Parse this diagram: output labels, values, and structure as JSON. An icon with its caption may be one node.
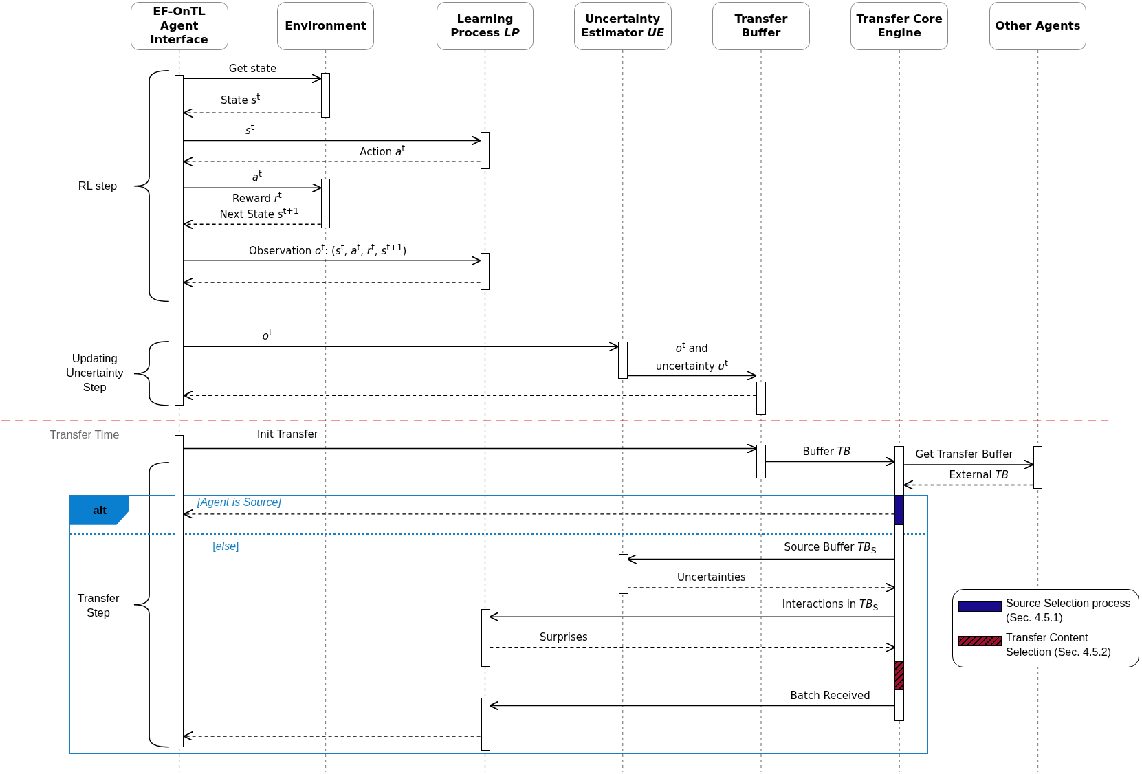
{
  "diagram": {
    "nodes": [
      {
        "text": [
          "EF-OnTL Agent Interface"
        ]
      },
      {
        "text": [
          "Environment"
        ]
      },
      {
        "text": [
          "Learning Process *LP*"
        ]
      },
      {
        "text": [
          "Uncertainty Estimator *UE*"
        ]
      },
      {
        "text": [
          "Transfer Buffer"
        ]
      },
      {
        "text": [
          "Transfer Core Engine"
        ]
      },
      {
        "text": [
          "Other Agents"
        ]
      },
      {
        "text": [],
        "shape": "bar"
      },
      {
        "text": [],
        "shape": "bar"
      },
      {
        "text": [],
        "shape": "bar"
      },
      {
        "text": [],
        "shape": "bar"
      },
      {
        "text": [],
        "shape": "bar"
      },
      {
        "text": [],
        "shape": "bar"
      },
      {
        "text": [],
        "shape": "bar"
      },
      {
        "text": [],
        "shape": "bar"
      },
      {
        "text": [],
        "shape": "bar"
      },
      {
        "text": [],
        "shape": "bar"
      },
      {
        "text": [],
        "shape": "bar"
      },
      {
        "text": [
          "alt",
          "[Agent is Source]",
          "[*else*]"
        ]
      },
      {
        "text": [],
        "shape": "bar",
        "in": 18
      },
      {
        "text": [],
        "shape": "bar",
        "in": 18
      },
      {
        "text": [],
        "shape": "bar",
        "in": 18
      }
    ],
    "edges": [
      {
        "from": 7,
        "to": 8,
        "arrow": "to",
        "label": "Get state"
      },
      {
        "from": 8,
        "to": 7,
        "arrow": "to",
        "style": "dashed",
        "label": "State *s*$^{t}$"
      },
      {
        "from": 7,
        "to": 9,
        "arrow": "to",
        "label": "*s*$^{t}$"
      },
      {
        "from": 9,
        "to": 7,
        "arrow": "to",
        "style": "dashed",
        "label": "Action *a*$^{t}$"
      },
      {
        "from": 7,
        "to": 10,
        "arrow": "to",
        "label": "*a*$^{t}$"
      },
      {
        "from": 10,
        "to": 7,
        "arrow": "to",
        "style": "dashed",
        "label": "Next State *s*$^{t+1}$"
      },
      {
        "from": 7,
        "to": 11,
        "arrow": "to",
        "label": "Observation *o*$^{t}$: (*s*$^{t}$, *a*$^{t}$, *r*$^{t}$, *s*$^{t+1}$)"
      },
      {
        "from": 11,
        "to": 7,
        "arrow": "to",
        "style": "dashed"
      },
      {
        "from": 7,
        "to": 12,
        "arrow": "to",
        "label": "*o*$^{t}$"
      },
      {
        "from": 12,
        "to": 13,
        "arrow": "to",
        "label": "*o*$^{t}$ and uncertainty *u*$^{t}$"
      },
      {
        "from": 13,
        "to": 7,
        "arrow": "to",
        "style": "dashed"
      },
      {
        "from": 14,
        "to": 15,
        "arrow": "to",
        "label": "Init Transfer"
      },
      {
        "from": 15,
        "to": 16,
        "arrow": "to",
        "label": "Buffer *TB*"
      },
      {
        "from": 16,
        "to": 17,
        "arrow": "to",
        "label": "Get Transfer Buffer"
      },
      {
        "from": 17,
        "to": 16,
        "arrow": "to",
        "style": "dashed",
        "label": "External *TB*"
      },
      {
        "from": 16,
        "to": 14,
        "arrow": "to",
        "style": "dashed"
      },
      {
        "from": 16,
        "to": 19,
        "arrow": "to",
        "label": "Source Buffer *TB*$_{S}$"
      },
      {
        "from": 19,
        "to": 16,
        "arrow": "to",
        "style": "dashed",
        "label": "Uncertainties"
      },
      {
        "from": 16,
        "to": 20,
        "arrow": "to",
        "label": "Interactions in *TB*$_{S}$"
      },
      {
        "from": 20,
        "to": 16,
        "arrow": "to",
        "style": "dashed",
        "label": "Surprises"
      },
      {
        "from": 16,
        "to": 21,
        "arrow": "to",
        "label": "Batch Received"
      },
      {
        "from": 21,
        "to": 14,
        "arrow": "to",
        "style": "dashed"
      }
    ],
    "labels": [
      "RL step",
      "Reward *r*$^{t}$",
      "Updating Uncertainty Step",
      "Transfer Time",
      "Transfer Step"
    ],
    "legend": [
      {
        "text": "Source Selection process (Sec. 4.5.1)",
        "color": "#1a0a8c"
      },
      {
        "text": "Transfer Content Selection (Sec. 4.5.2)",
        "color": "#a50d2c"
      }
    ]
  }
}
